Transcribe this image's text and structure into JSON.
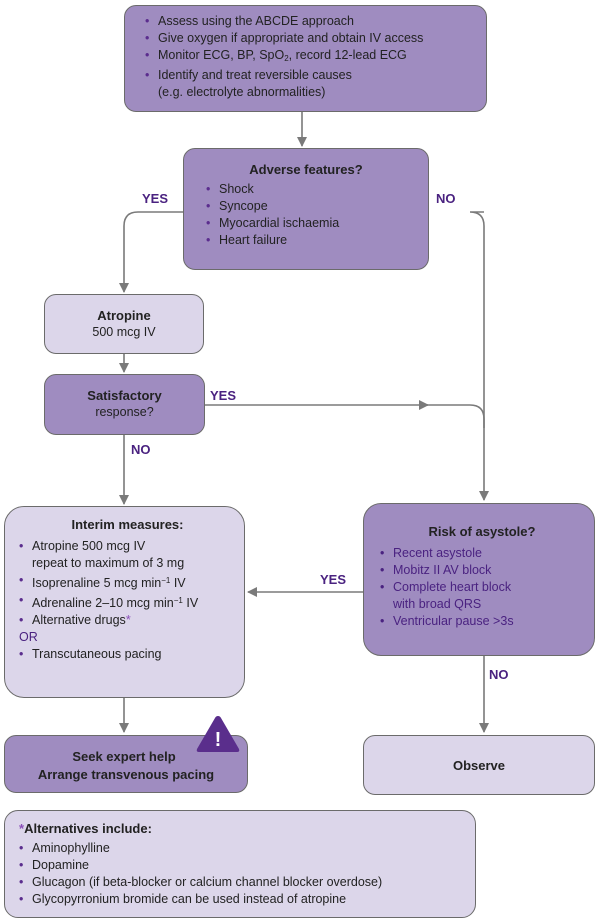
{
  "assess_box": {
    "items": [
      "Assess using the ABCDE approach",
      "Give oxygen if appropriate and obtain IV access",
      "Monitor ECG, BP, SpO",
      "Identify and treat reversible causes",
      "(e.g. electrolyte abnormalities)"
    ],
    "spo2_sub": "2",
    "spo2_tail": ", record 12-lead ECG"
  },
  "adverse_box": {
    "title": "Adverse features?",
    "items": [
      "Shock",
      "Syncope",
      "Myocardial ischaemia",
      "Heart failure"
    ]
  },
  "atropine_box": {
    "title": "Atropine",
    "dose": "500 mcg IV"
  },
  "satisfactory_box": {
    "title": "Satisfactory",
    "subtitle": "response?"
  },
  "interim_box": {
    "title": "Interim measures:",
    "items": [
      "Atropine 500 mcg IV",
      "repeat to maximum of 3 mg",
      "Isoprenaline 5 mcg min",
      "Adrenaline 2–10 mcg min",
      "Alternative drugs",
      "OR",
      "Transcutaneous pacing"
    ],
    "exp": "−1",
    "unit_tail": " IV",
    "asterisk": "*"
  },
  "asystole_box": {
    "title": "Risk of asystole?",
    "items": [
      "Recent asystole",
      "Mobitz II AV block",
      "Complete heart block",
      "with broad QRS",
      "Ventricular pause >3s"
    ]
  },
  "expert_box": {
    "line1": "Seek expert help",
    "line2": "Arrange transvenous pacing",
    "warning_symbol": "!"
  },
  "observe_box": {
    "title": "Observe"
  },
  "alternatives_box": {
    "asterisk": "*",
    "title": "Alternatives include:",
    "items": [
      "Aminophylline",
      "Dopamine",
      "Glucagon (if beta-blocker or calcium channel blocker overdose)",
      "Glycopyrronium bromide can be used instead of atropine"
    ]
  },
  "labels": {
    "yes_adverse": "YES",
    "no_adverse": "NO",
    "yes_satisfactory": "YES",
    "no_satisfactory": "NO",
    "yes_asystole": "YES",
    "no_asystole": "NO"
  },
  "colors": {
    "dark_box": "#9f8cc0",
    "light_box": "#dcd6ea",
    "label_purple": "#4a2280",
    "arrow_grey": "#7a7a7a"
  }
}
